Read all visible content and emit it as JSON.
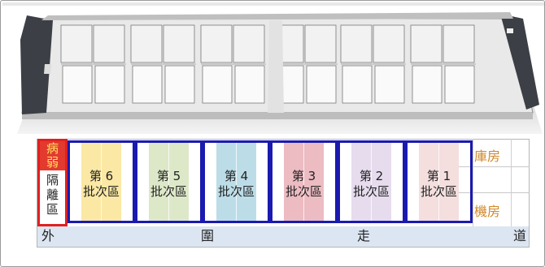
{
  "isolation": {
    "line1": "病",
    "line2": "弱",
    "line3": "隔",
    "line4": "離",
    "line5": "區"
  },
  "zones": [
    {
      "name": "第 6",
      "sub": "批次區",
      "color": "#fae8a4"
    },
    {
      "name": "第 5",
      "sub": "批次區",
      "color": "#dde8c8"
    },
    {
      "name": "第 4",
      "sub": "批次區",
      "color": "#bcdde8"
    },
    {
      "name": "第 3",
      "sub": "批次區",
      "color": "#ecbcc2"
    },
    {
      "name": "第 2",
      "sub": "批次區",
      "color": "#e6dcee"
    },
    {
      "name": "第 1",
      "sub": "批次區",
      "color": "#f4dede"
    }
  ],
  "side": {
    "warehouse": "庫房",
    "machine_room": "機房"
  },
  "corridor": {
    "c1": "外",
    "c2": "圍",
    "c3": "走",
    "c4": "道"
  },
  "colors": {
    "zone_border": "#1a1ab0",
    "isolation_border": "#e02020",
    "side_text": "#d0882a",
    "corridor_bg": "#dce6f2"
  }
}
